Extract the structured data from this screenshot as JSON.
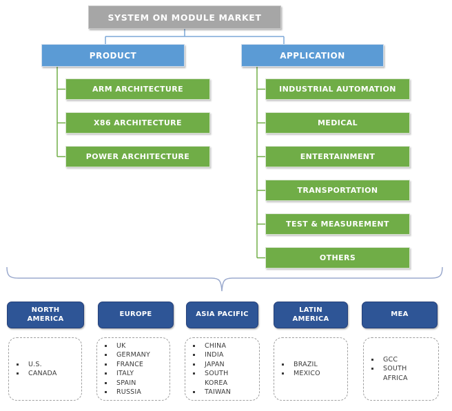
{
  "root": {
    "label": "SYSTEM ON MODULE MARKET"
  },
  "branches": [
    {
      "label": "PRODUCT",
      "children": [
        "ARM ARCHITECTURE",
        "X86 ARCHITECTURE",
        "POWER ARCHITECTURE"
      ]
    },
    {
      "label": "APPLICATION",
      "children": [
        "INDUSTRIAL AUTOMATION",
        "MEDICAL",
        "ENTERTAINMENT",
        "TRANSPORTATION",
        "TEST & MEASUREMENT",
        "OTHERS"
      ]
    }
  ],
  "regions": [
    {
      "label": "NORTH AMERICA",
      "countries": [
        "U.S.",
        "CANADA"
      ]
    },
    {
      "label": "EUROPE",
      "countries": [
        "UK",
        "GERMANY",
        "FRANCE",
        "ITALY",
        "SPAIN",
        "RUSSIA"
      ]
    },
    {
      "label": "ASIA PACIFIC",
      "countries": [
        "CHINA",
        "INDIA",
        "JAPAN",
        "SOUTH\nKOREA",
        "TAIWAN"
      ]
    },
    {
      "label": "LATIN AMERICA",
      "countries": [
        "BRAZIL",
        "MEXICO"
      ]
    },
    {
      "label": "MEA",
      "countries": [
        "GCC",
        "SOUTH\nAFRICA"
      ]
    }
  ],
  "colors": {
    "root_gray": "#A6A6A6",
    "branch_blue": "#5B9BD5",
    "leaf_green": "#70AD47",
    "region_navy": "#2E5596",
    "connector_blue": "#7BA7D7",
    "connector_green": "#70AD47",
    "brace_blue": "#9AA9CD",
    "list_text": "#3A3A3A",
    "dashed_border": "#9E9E9E"
  }
}
